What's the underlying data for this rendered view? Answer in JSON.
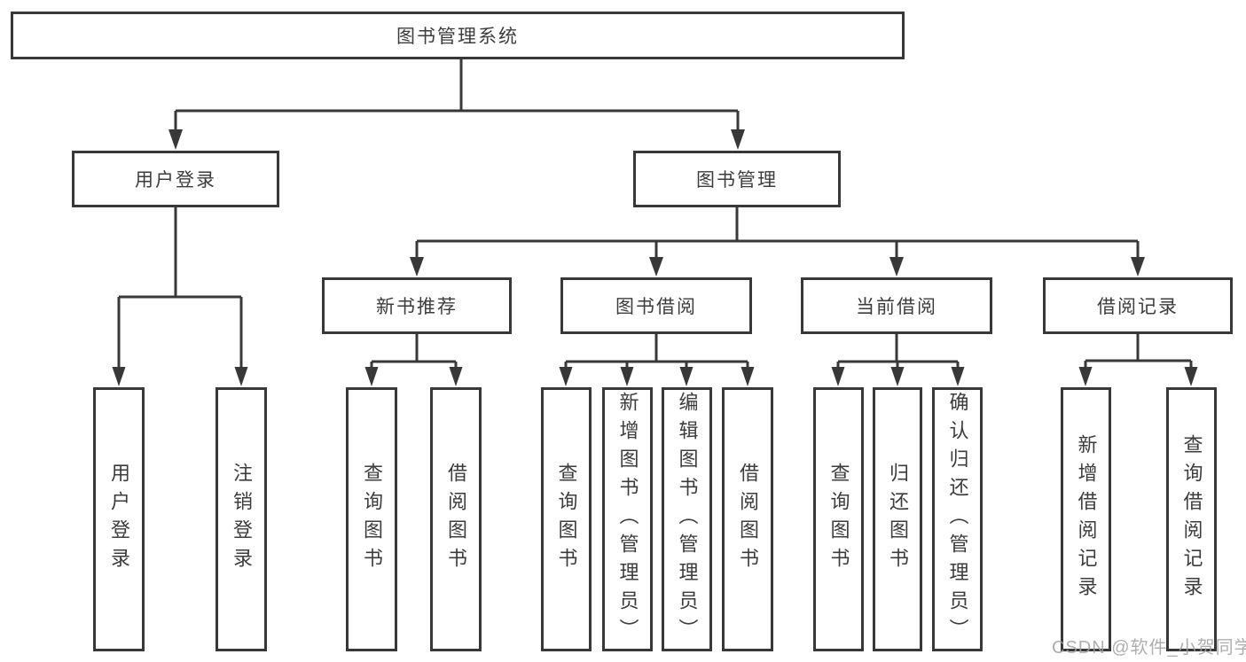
{
  "diagram": {
    "root": {
      "label": "图书管理系统"
    },
    "level2": [
      {
        "label": "用户登录"
      },
      {
        "label": "图书管理"
      }
    ],
    "level3": [
      {
        "label": "新书推荐",
        "parent": "图书管理"
      },
      {
        "label": "图书借阅",
        "parent": "图书管理"
      },
      {
        "label": "当前借阅",
        "parent": "图书管理"
      },
      {
        "label": "借阅记录",
        "parent": "图书管理"
      }
    ],
    "leaves": [
      {
        "label": "用户登录",
        "parent": "用户登录"
      },
      {
        "label": "注销登录",
        "parent": "用户登录"
      },
      {
        "label": "查询图书",
        "parent": "新书推荐"
      },
      {
        "label": "借阅图书",
        "parent": "新书推荐"
      },
      {
        "label": "查询图书",
        "parent": "图书借阅"
      },
      {
        "label": "新增图书（管理员）",
        "parent": "图书借阅"
      },
      {
        "label": "编辑图书（管理员）",
        "parent": "图书借阅"
      },
      {
        "label": "借阅图书",
        "parent": "图书借阅"
      },
      {
        "label": "查询图书",
        "parent": "当前借阅"
      },
      {
        "label": "归还图书",
        "parent": "当前借阅"
      },
      {
        "label": "确认归还（管理员）",
        "parent": "当前借阅"
      },
      {
        "label": "新增借阅记录",
        "parent": "借阅记录"
      },
      {
        "label": "查询借阅记录",
        "parent": "借阅记录"
      }
    ]
  },
  "watermark": {
    "text": "CSDN @软件_小贺同学"
  },
  "colors": {
    "line": "#383838",
    "text": "#3c3c3c",
    "background": "#ffffff",
    "watermark": "#a0a0a0"
  }
}
